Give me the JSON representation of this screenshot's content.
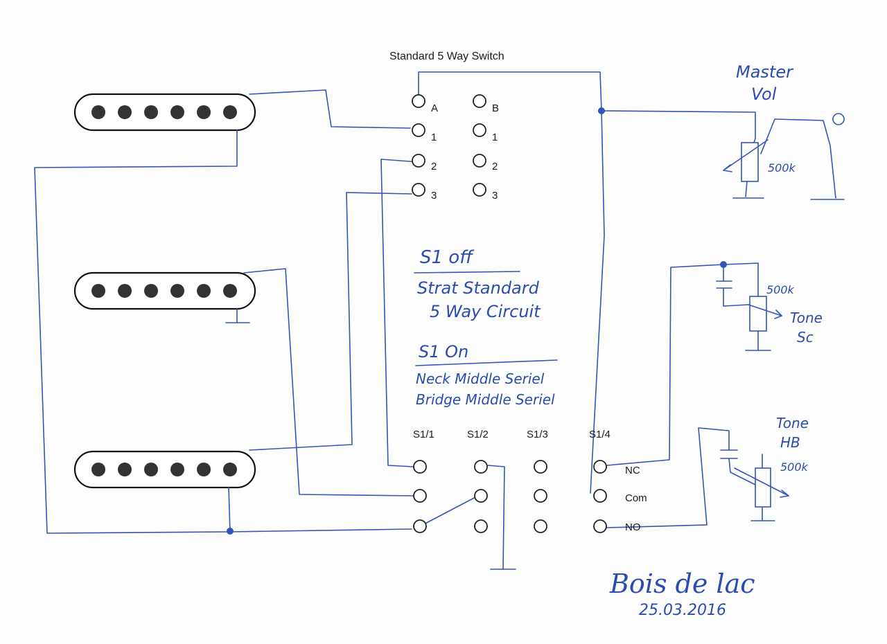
{
  "diagram": {
    "switch_title": "Standard 5 Way Switch",
    "switch_terminals_left": [
      "A",
      "1",
      "2",
      "3"
    ],
    "switch_terminals_right": [
      "B",
      "1",
      "2",
      "3"
    ],
    "master_vol_label_line1": "Master",
    "master_vol_label_line2": "Vol",
    "master_vol_value": "500k",
    "tone_sc_value": "500k",
    "tone_sc_label_line1": "Tone",
    "tone_sc_label_line2": "Sc",
    "tone_hb_label_line1": "Tone",
    "tone_hb_label_line2": "HB",
    "tone_hb_value": "500k",
    "note_s1_off_title": "S1 off",
    "note_s1_off_line1": "Strat Standard",
    "note_s1_off_line2": "5 Way Circuit",
    "note_s1_on_title": "S1 On",
    "note_s1_on_line1": "Neck Middle Seriel",
    "note_s1_on_line2": "Bridge Middle Seriel",
    "s1_poles": [
      "S1/1",
      "S1/2",
      "S1/3",
      "S1/4"
    ],
    "s1_contacts": [
      "NC",
      "Com",
      "NO"
    ],
    "signature": "Bois de lac",
    "date": "25.03.2016"
  },
  "colors": {
    "ink_wire": "#3355b8",
    "ink_print": "#1a1a1a",
    "paper": "#fdfdfd"
  }
}
